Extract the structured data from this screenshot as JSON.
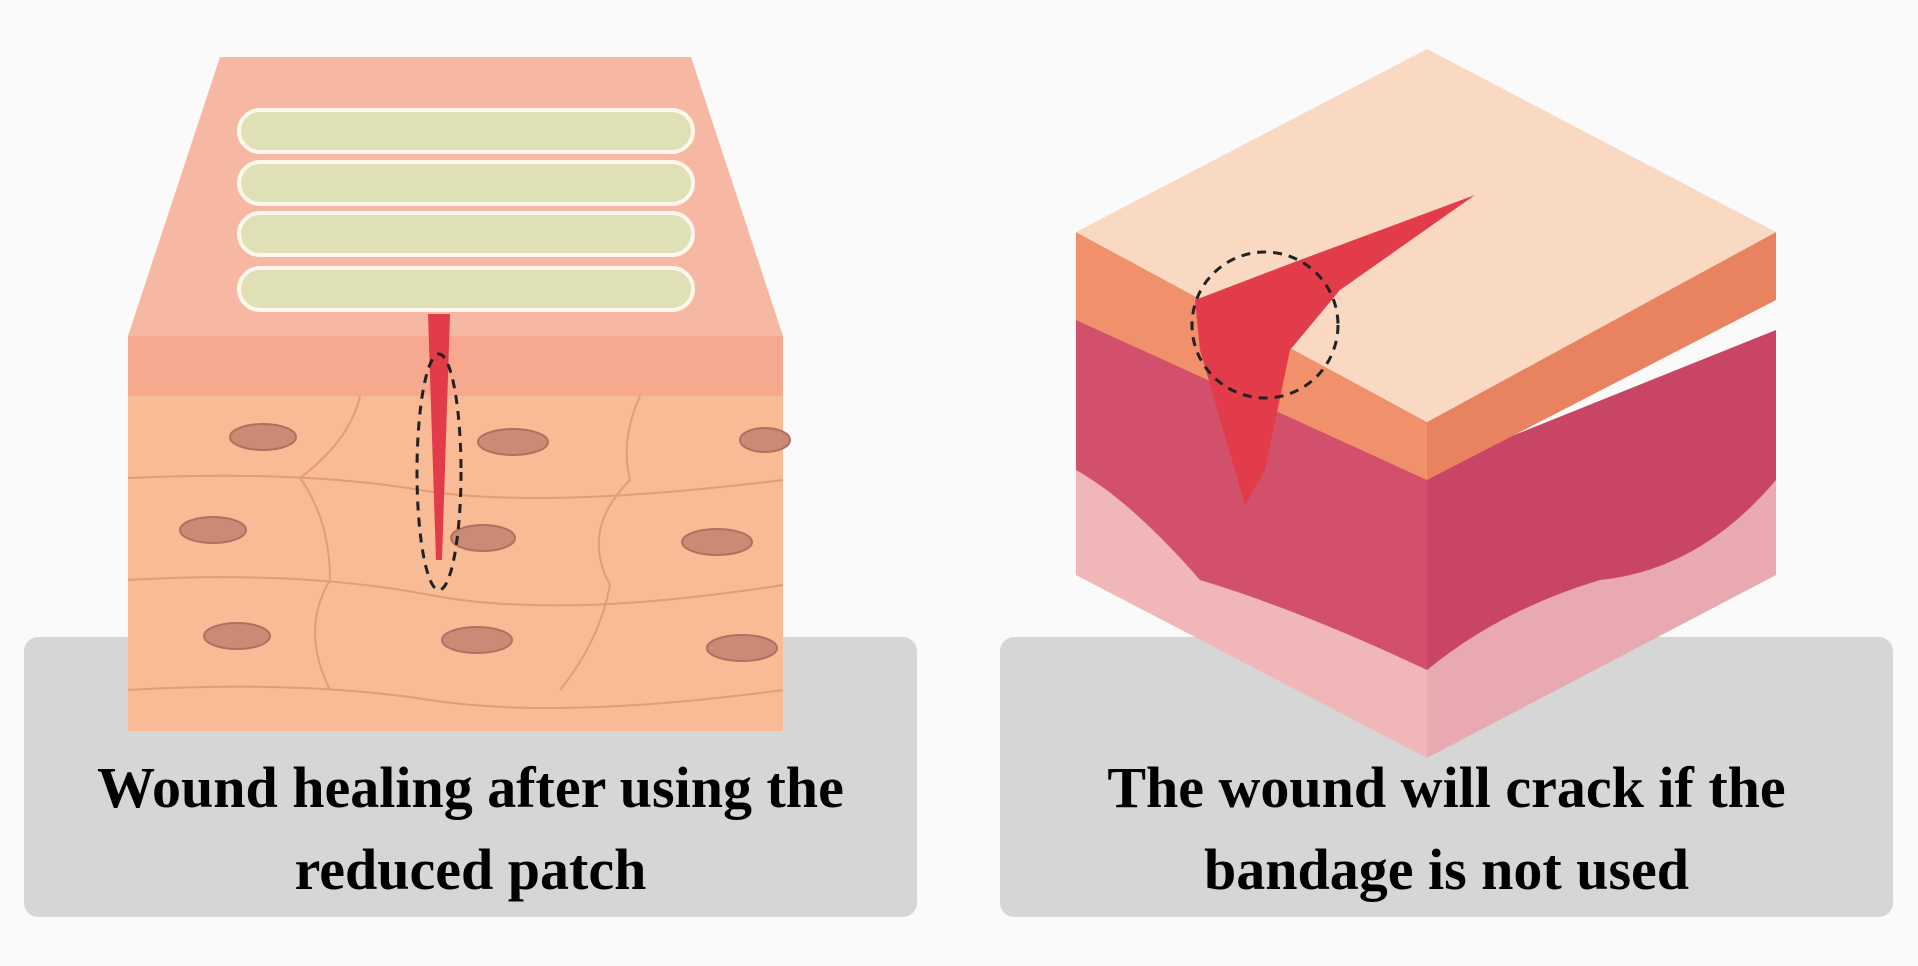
{
  "panels": [
    {
      "caption_line1": "Wound healing after using the",
      "caption_line2": "reduced patch"
    },
    {
      "caption_line1": "The wound will crack if the",
      "caption_line2": "bandage is not used"
    }
  ],
  "colors": {
    "caption_bg": "#d6d6d6",
    "skin": "#f6b893",
    "wound": "#e23b4a",
    "dermis": "#d2506c",
    "patch": "#dfe0b6"
  }
}
